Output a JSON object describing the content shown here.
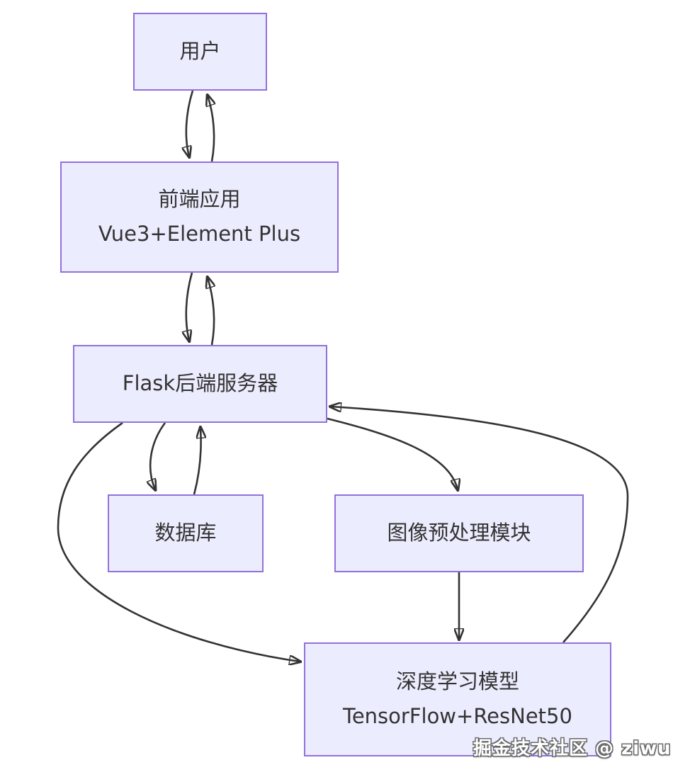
{
  "diagram": {
    "type": "flowchart",
    "direction": "top-down",
    "nodes": {
      "user": {
        "line1": "用户"
      },
      "frontend": {
        "line1": "前端应用",
        "line2": "Vue3+Element Plus"
      },
      "backend": {
        "line1": "Flask后端服务器"
      },
      "database": {
        "line1": "数据库"
      },
      "preprocess": {
        "line1": "图像预处理模块"
      },
      "model": {
        "line1": "深度学习模型",
        "line2": "TensorFlow+ResNet50"
      }
    },
    "edges": [
      {
        "from": "用户",
        "to": "前端应用",
        "style": "curved-bidirectional-left"
      },
      {
        "from": "前端应用",
        "to": "用户",
        "style": "curved-bidirectional-right"
      },
      {
        "from": "前端应用",
        "to": "Flask后端服务器",
        "style": "curved-bidirectional-left"
      },
      {
        "from": "Flask后端服务器",
        "to": "前端应用",
        "style": "curved-bidirectional-right"
      },
      {
        "from": "Flask后端服务器",
        "to": "数据库",
        "style": "curved"
      },
      {
        "from": "数据库",
        "to": "Flask后端服务器",
        "style": "curved"
      },
      {
        "from": "Flask后端服务器",
        "to": "图像预处理模块",
        "style": "curved"
      },
      {
        "from": "图像预处理模块",
        "to": "深度学习模型",
        "style": "straight"
      },
      {
        "from": "Flask后端服务器",
        "to": "深度学习模型",
        "style": "long-left-sweep"
      },
      {
        "from": "深度学习模型",
        "to": "Flask后端服务器",
        "style": "long-right-sweep"
      }
    ],
    "colors": {
      "node_fill": "#ECECFF",
      "node_border": "#9370DB",
      "edge": "#333333",
      "text": "#333333",
      "background": "#FFFFFF"
    }
  },
  "watermark": {
    "text": "掘金技术社区 @ ziwu"
  }
}
